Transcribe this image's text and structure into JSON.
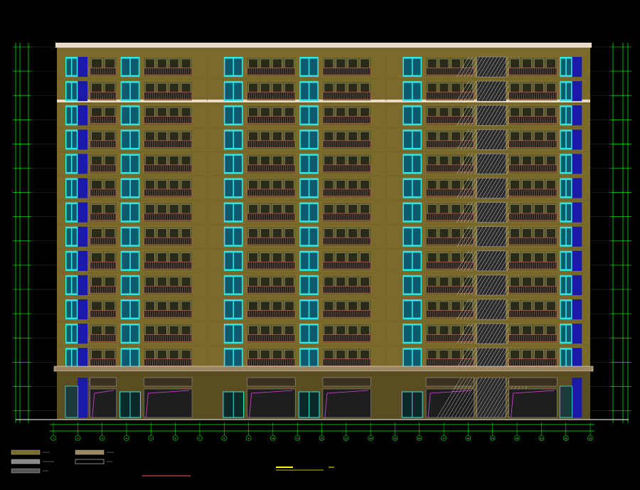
{
  "drawing": {
    "floors_above_podium": 13,
    "podium_floors": 1,
    "bays": [
      {
        "type": "end-window"
      },
      {
        "type": "balcony"
      },
      {
        "type": "window"
      },
      {
        "type": "balcony-wide"
      },
      {
        "type": "solid"
      },
      {
        "type": "window"
      },
      {
        "type": "balcony-wide"
      },
      {
        "type": "window"
      },
      {
        "type": "balcony-wide"
      },
      {
        "type": "solid"
      },
      {
        "type": "window"
      },
      {
        "type": "balcony-wide"
      },
      {
        "type": "hatch"
      },
      {
        "type": "balcony-wide"
      },
      {
        "type": "end-window"
      }
    ],
    "axis_marks": [
      "1",
      "2",
      "3",
      "4",
      "5",
      "6",
      "7",
      "8",
      "9",
      "10",
      "11",
      "12",
      "13",
      "14",
      "15",
      "16",
      "17",
      "18",
      "19",
      "20",
      "21",
      "22",
      "23"
    ],
    "colors": {
      "background": "#000000",
      "facade": "#7a6a2c",
      "wall_band": "#9b8660",
      "window": "#33e6e6",
      "blue_panel": "#1a1aa8",
      "railing": "#c06050",
      "dim_line": "#00ff00",
      "roof": "#e8dcc8",
      "magenta": "#e040e0",
      "title": "#ffff00"
    }
  }
}
